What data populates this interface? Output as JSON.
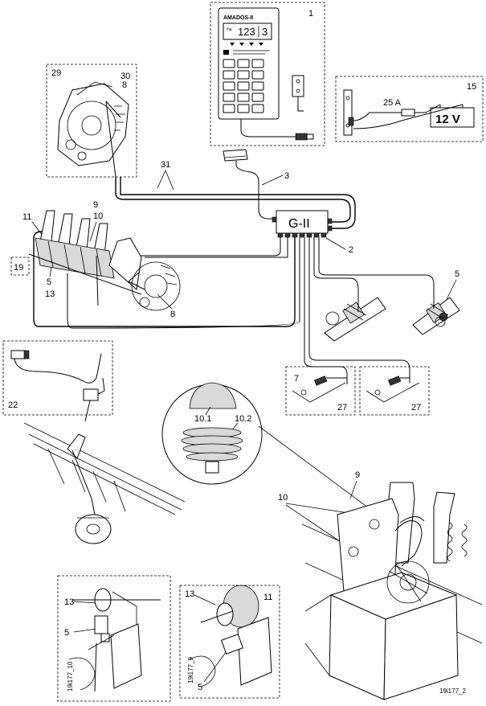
{
  "labels": {
    "n1": "1",
    "n15": "15",
    "n29": "29",
    "n30": "30",
    "n8a": "8",
    "n31": "31",
    "n3": "3",
    "n9a": "9",
    "n10a": "10",
    "n11a": "11",
    "n19": "19",
    "n5a": "5",
    "n13a": "13",
    "n8b": "8",
    "n2": "2",
    "n5b": "5",
    "n22": "22",
    "n7": "7",
    "n27a": "27",
    "n27b": "27",
    "n10_1": "10.1",
    "n10_2": "10.2",
    "n9b": "9",
    "n10b": "10",
    "n13b": "13",
    "n5c": "5",
    "n11b": "11",
    "n13c": "13",
    "n5d": "5"
  },
  "terminal": {
    "brand": "AMADOS-II",
    "display_main": "123",
    "display_right": "3",
    "display_small": "ha"
  },
  "battery": {
    "fuse": "25 A",
    "voltage": "12 V"
  },
  "junction_box": {
    "label": "G-II"
  },
  "figure_codes": {
    "left_detail": "19i177_10",
    "middle_detail": "19i177_9",
    "main": "19i177_2"
  }
}
